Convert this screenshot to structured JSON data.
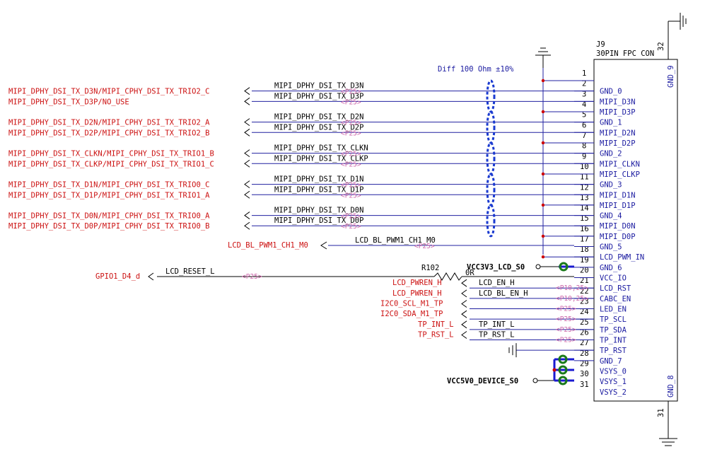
{
  "connector": {
    "ref": "J9",
    "name": "30PIN FPC CON",
    "top_pin": "32",
    "bottom_pin": "31",
    "top_side_label": "GND_9",
    "bottom_side_label": "GND_8"
  },
  "diff_note": "Diff 100 Ohm ±10%",
  "pins": [
    {
      "num": "1",
      "name": ""
    },
    {
      "num": "2",
      "name": "GND_0"
    },
    {
      "num": "3",
      "name": "MIPI_D3N"
    },
    {
      "num": "4",
      "name": "MIPI_D3P"
    },
    {
      "num": "5",
      "name": "GND_1"
    },
    {
      "num": "6",
      "name": "MIPI_D2N"
    },
    {
      "num": "7",
      "name": "MIPI_D2P"
    },
    {
      "num": "8",
      "name": "GND_2"
    },
    {
      "num": "9",
      "name": "MIPI_CLKN"
    },
    {
      "num": "10",
      "name": "MIPI_CLKP"
    },
    {
      "num": "11",
      "name": "GND_3"
    },
    {
      "num": "12",
      "name": "MIPI_D1N"
    },
    {
      "num": "13",
      "name": "MIPI_D1P"
    },
    {
      "num": "14",
      "name": "GND_4"
    },
    {
      "num": "15",
      "name": "MIPI_D0N"
    },
    {
      "num": "16",
      "name": "MIPI_D0P"
    },
    {
      "num": "17",
      "name": "GND_5"
    },
    {
      "num": "18",
      "name": "LCD_PWM_IN"
    },
    {
      "num": "19",
      "name": "GND_6"
    },
    {
      "num": "20",
      "name": "VCC_IO"
    },
    {
      "num": "21",
      "name": "LCD_RST"
    },
    {
      "num": "22",
      "name": "CABC_EN"
    },
    {
      "num": "23",
      "name": "LED_EN"
    },
    {
      "num": "24",
      "name": "TP_SCL"
    },
    {
      "num": "25",
      "name": "TP_SDA"
    },
    {
      "num": "26",
      "name": "TP_INT"
    },
    {
      "num": "27",
      "name": "TP_RST"
    },
    {
      "num": "28",
      "name": "GND_7"
    },
    {
      "num": "29",
      "name": "VSYS_0"
    },
    {
      "num": "30",
      "name": "VSYS_1"
    },
    {
      "num": "31",
      "name": "VSYS_2"
    }
  ],
  "mipi_pairs": [
    {
      "offpage_n": "MIPI_DPHY_DSI_TX_D3N/MIPI_CPHY_DSI_TX_TRIO2_C",
      "offpage_p": "MIPI_DPHY_DSI_TX_D3P/NO_USE",
      "wire_n": "MIPI_DPHY_DSI_TX_D3N",
      "wire_p": "MIPI_DPHY_DSI_TX_D3P",
      "ref_n": "<P25>",
      "ref_p": "<P25>"
    },
    {
      "offpage_n": "MIPI_DPHY_DSI_TX_D2N/MIPI_CPHY_DSI_TX_TRIO2_A",
      "offpage_p": "MIPI_DPHY_DSI_TX_D2P/MIPI_CPHY_DSI_TX_TRIO2_B",
      "wire_n": "MIPI_DPHY_DSI_TX_D2N",
      "wire_p": "MIPI_DPHY_DSI_TX_D2P",
      "ref_n": "<P25>",
      "ref_p": "<P25>"
    },
    {
      "offpage_n": "MIPI_DPHY_DSI_TX_CLKN/MIPI_CPHY_DSI_TX_TRIO1_B",
      "offpage_p": "MIPI_DPHY_DSI_TX_CLKP/MIPI_CPHY_DSI_TX_TRIO1_C",
      "wire_n": "MIPI_DPHY_DSI_TX_CLKN",
      "wire_p": "MIPI_DPHY_DSI_TX_CLKP",
      "ref_n": "<P25>",
      "ref_p": "<P25>"
    },
    {
      "offpage_n": "MIPI_DPHY_DSI_TX_D1N/MIPI_CPHY_DSI_TX_TRIO0_C",
      "offpage_p": "MIPI_DPHY_DSI_TX_D1P/MIPI_CPHY_DSI_TX_TRIO1_A",
      "wire_n": "MIPI_DPHY_DSI_TX_D1N",
      "wire_p": "MIPI_DPHY_DSI_TX_D1P",
      "ref_n": "<P25>",
      "ref_p": "<P25>"
    },
    {
      "offpage_n": "MIPI_DPHY_DSI_TX_D0N/MIPI_CPHY_DSI_TX_TRIO0_A",
      "offpage_p": "MIPI_DPHY_DSI_TX_D0P/MIPI_CPHY_DSI_TX_TRIO0_B",
      "wire_n": "MIPI_DPHY_DSI_TX_D0N",
      "wire_p": "MIPI_DPHY_DSI_TX_D0P",
      "ref_n": "<P25>",
      "ref_p": "<P25>"
    }
  ],
  "pwm": {
    "offpage": "LCD_BL_PWM1_CH1_M0",
    "wire": "LCD_BL_PWM1_CH1_M0",
    "ref": "<P25>"
  },
  "reset": {
    "offpage": "GPIO1_D4_d",
    "wire": "LCD_RESET_L",
    "ref": "<P25>"
  },
  "resistor": {
    "ref": "R102",
    "value": "0R"
  },
  "vcc_io_net": "VCC3V3_LCD_S0",
  "vsys_net": "VCC5V0_DEVICE_S0",
  "ctrl_nets": [
    {
      "offpage": "LCD_PWREN_H",
      "wire": "LCD_EN_H",
      "ref": "<P10,25>"
    },
    {
      "offpage": "LCD_PWREN_H",
      "wire": "LCD_BL_EN_H",
      "ref": "<P10,25>"
    },
    {
      "offpage": "I2C0_SCL_M1_TP",
      "wire": "",
      "ref": "<P25>"
    },
    {
      "offpage": "I2C0_SDA_M1_TP",
      "wire": "",
      "ref": "<P25>"
    },
    {
      "offpage": "TP_INT_L",
      "wire": "TP_INT_L",
      "ref": "<P25>"
    },
    {
      "offpage": "TP_RST_L",
      "wire": "TP_RST_L",
      "ref": "<P25>"
    }
  ],
  "colors": {
    "net_label": "#cc1111",
    "wire": "#2020a0",
    "diff_marker": "#1a3ad0",
    "junction": "#cc0000",
    "jumper_ring": "#1a7a1a",
    "ref": "#cc66aa"
  }
}
